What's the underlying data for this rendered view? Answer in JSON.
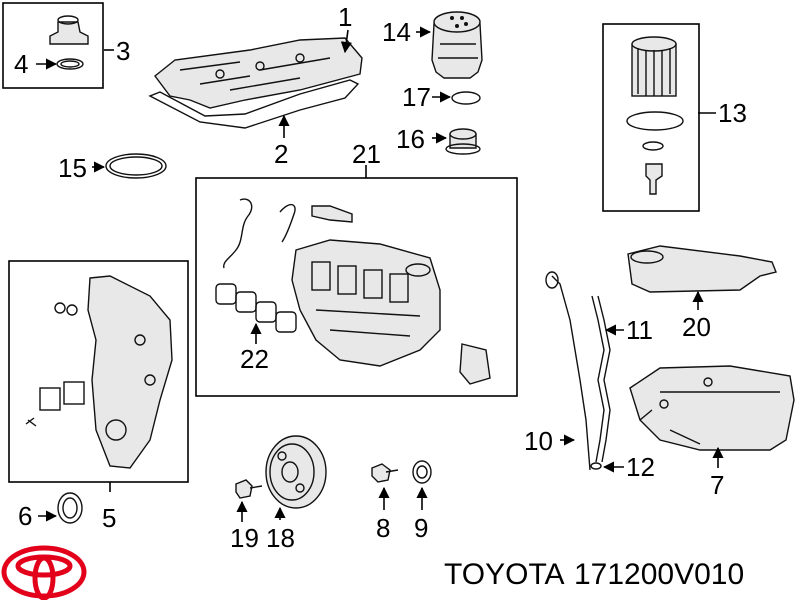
{
  "callouts": {
    "c1": "1",
    "c2": "2",
    "c3": "3",
    "c4": "4",
    "c5": "5",
    "c6": "6",
    "c7": "7",
    "c8": "8",
    "c9": "9",
    "c10": "10",
    "c11": "11",
    "c12": "12",
    "c13": "13",
    "c14": "14",
    "c15": "15",
    "c16": "16",
    "c17": "17",
    "c18": "18",
    "c19": "19",
    "c20": "20",
    "c21": "21",
    "c22": "22"
  },
  "caption": {
    "brand": "TOYOTA",
    "part_number": "171200V010"
  },
  "logo": {
    "icon": "toyota-logo-icon",
    "color": "#e2001a"
  }
}
